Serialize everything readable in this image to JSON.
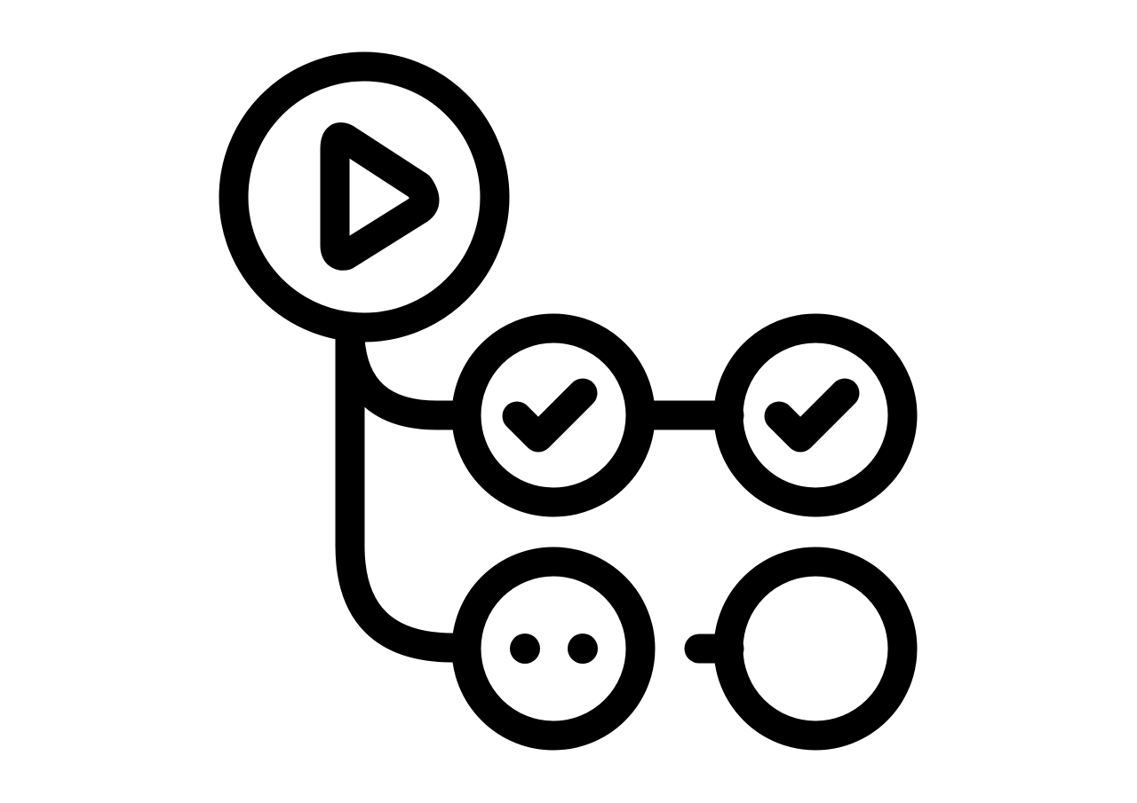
{
  "icon": {
    "name": "workflow-pipeline-icon",
    "stroke_color": "#000000",
    "background_color": "#ffffff",
    "nodes": [
      {
        "name": "start-node",
        "glyph": "play-icon"
      },
      {
        "name": "step-node-1",
        "glyph": "check-icon",
        "status": "done"
      },
      {
        "name": "step-node-2",
        "glyph": "check-icon",
        "status": "done"
      },
      {
        "name": "step-node-3",
        "glyph": "dots-icon",
        "status": "in-progress"
      },
      {
        "name": "step-node-4",
        "glyph": "none",
        "status": "pending"
      }
    ]
  }
}
